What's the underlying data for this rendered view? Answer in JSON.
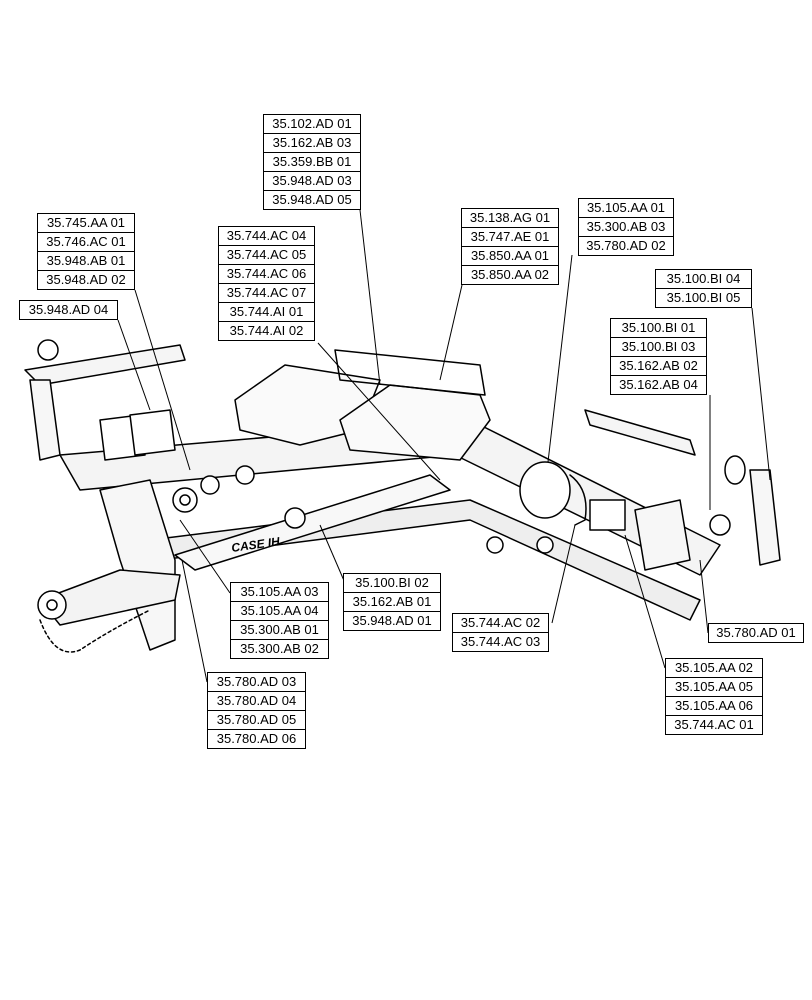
{
  "brand": {
    "logo_text": "CASE IH"
  },
  "callouts": [
    {
      "id": "c1",
      "codes": [
        "35.102.AD 01",
        "35.162.AB 03",
        "35.359.BB 01",
        "35.948.AD 03",
        "35.948.AD 05"
      ]
    },
    {
      "id": "c2",
      "codes": [
        "35.745.AA 01",
        "35.746.AC 01",
        "35.948.AB 01",
        "35.948.AD 02"
      ]
    },
    {
      "id": "c3",
      "codes": [
        "35.948.AD 04"
      ]
    },
    {
      "id": "c4",
      "codes": [
        "35.744.AC 04",
        "35.744.AC 05",
        "35.744.AC 06",
        "35.744.AC 07",
        "35.744.AI 01",
        "35.744.AI 02"
      ]
    },
    {
      "id": "c5",
      "codes": [
        "35.138.AG 01",
        "35.747.AE 01",
        "35.850.AA 01",
        "35.850.AA 02"
      ]
    },
    {
      "id": "c6",
      "codes": [
        "35.105.AA 01",
        "35.300.AB 03",
        "35.780.AD 02"
      ]
    },
    {
      "id": "c7",
      "codes": [
        "35.100.BI 04",
        "35.100.BI 05"
      ]
    },
    {
      "id": "c8",
      "codes": [
        "35.100.BI 01",
        "35.100.BI 03",
        "35.162.AB 02",
        "35.162.AB 04"
      ]
    },
    {
      "id": "c9",
      "codes": [
        "35.105.AA 03",
        "35.105.AA 04",
        "35.300.AB 01",
        "35.300.AB 02"
      ]
    },
    {
      "id": "c10",
      "codes": [
        "35.100.BI 02",
        "35.162.AB 01",
        "35.948.AD 01"
      ]
    },
    {
      "id": "c11",
      "codes": [
        "35.744.AC 02",
        "35.744.AC 03"
      ]
    },
    {
      "id": "c12",
      "codes": [
        "35.780.AD 01"
      ]
    },
    {
      "id": "c13",
      "codes": [
        "35.105.AA 02",
        "35.105.AA 05",
        "35.105.AA 06",
        "35.744.AC 01"
      ]
    },
    {
      "id": "c14",
      "codes": [
        "35.780.AD 03",
        "35.780.AD 04",
        "35.780.AD 05",
        "35.780.AD 06"
      ]
    }
  ]
}
